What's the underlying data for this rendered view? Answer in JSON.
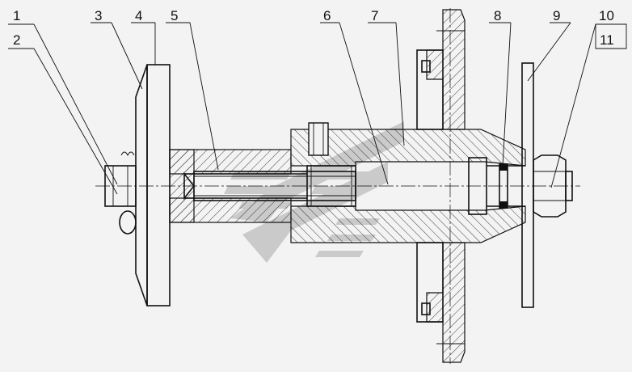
{
  "drawing": {
    "callouts": [
      {
        "id": "1",
        "label": "1"
      },
      {
        "id": "2",
        "label": "2"
      },
      {
        "id": "3",
        "label": "3"
      },
      {
        "id": "4",
        "label": "4"
      },
      {
        "id": "5",
        "label": "5"
      },
      {
        "id": "6",
        "label": "6"
      },
      {
        "id": "7",
        "label": "7"
      },
      {
        "id": "8",
        "label": "8"
      },
      {
        "id": "9",
        "label": "9"
      },
      {
        "id": "10",
        "label": "10"
      },
      {
        "id": "11",
        "label": "11"
      }
    ]
  },
  "colors": {
    "background": "#f3f3f3",
    "line": "#111111",
    "watermark": "#b8b8b8"
  }
}
